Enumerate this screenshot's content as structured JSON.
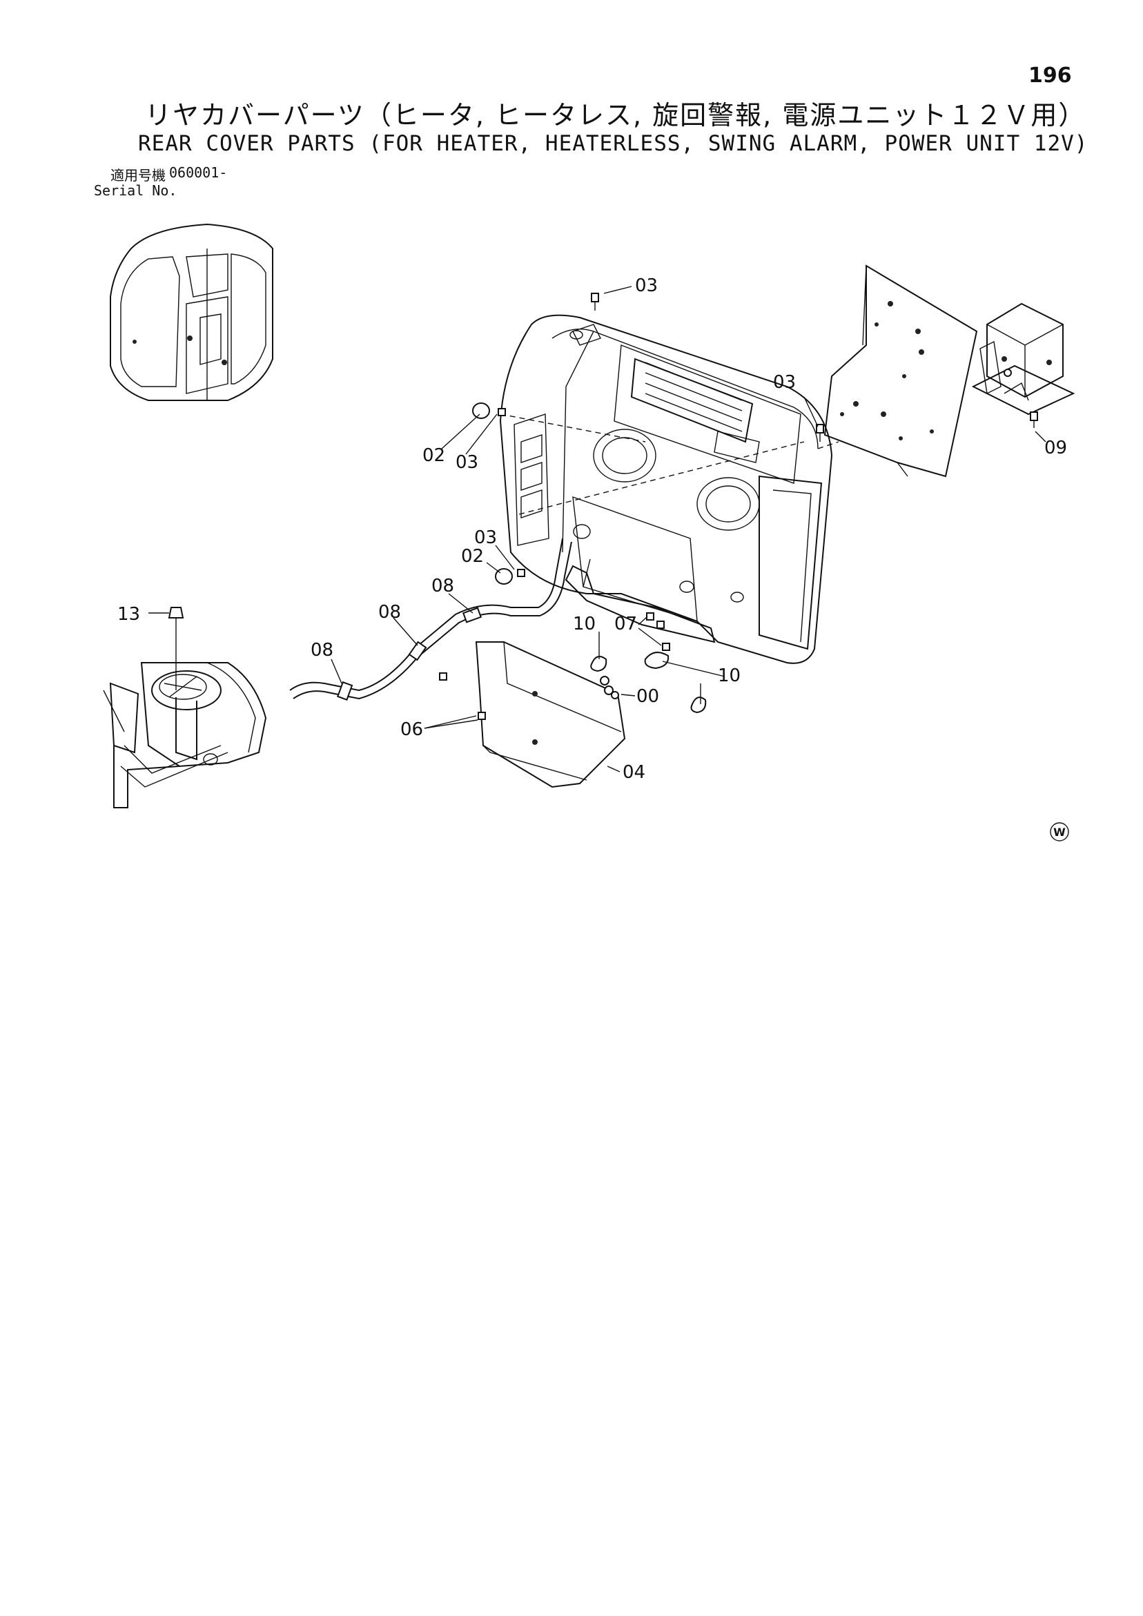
{
  "page_number": "196",
  "title_jp": "リヤカバーパーツ（ヒータ, ヒータレス, 旋回警報, 電源ユニット１２Ｖ用）",
  "title_en": "REAR COVER PARTS (FOR HEATER, HEATERLESS, SWING ALARM, POWER UNIT 12V)",
  "serial": {
    "label_jp": "適用号機",
    "value": "060001-",
    "label_en": "Serial No."
  },
  "callouts": [
    "03",
    "03",
    "02",
    "03",
    "03",
    "02",
    "08",
    "08",
    "08",
    "09",
    "10",
    "07",
    "10",
    "00",
    "06",
    "04",
    "13"
  ],
  "watermark": "W"
}
